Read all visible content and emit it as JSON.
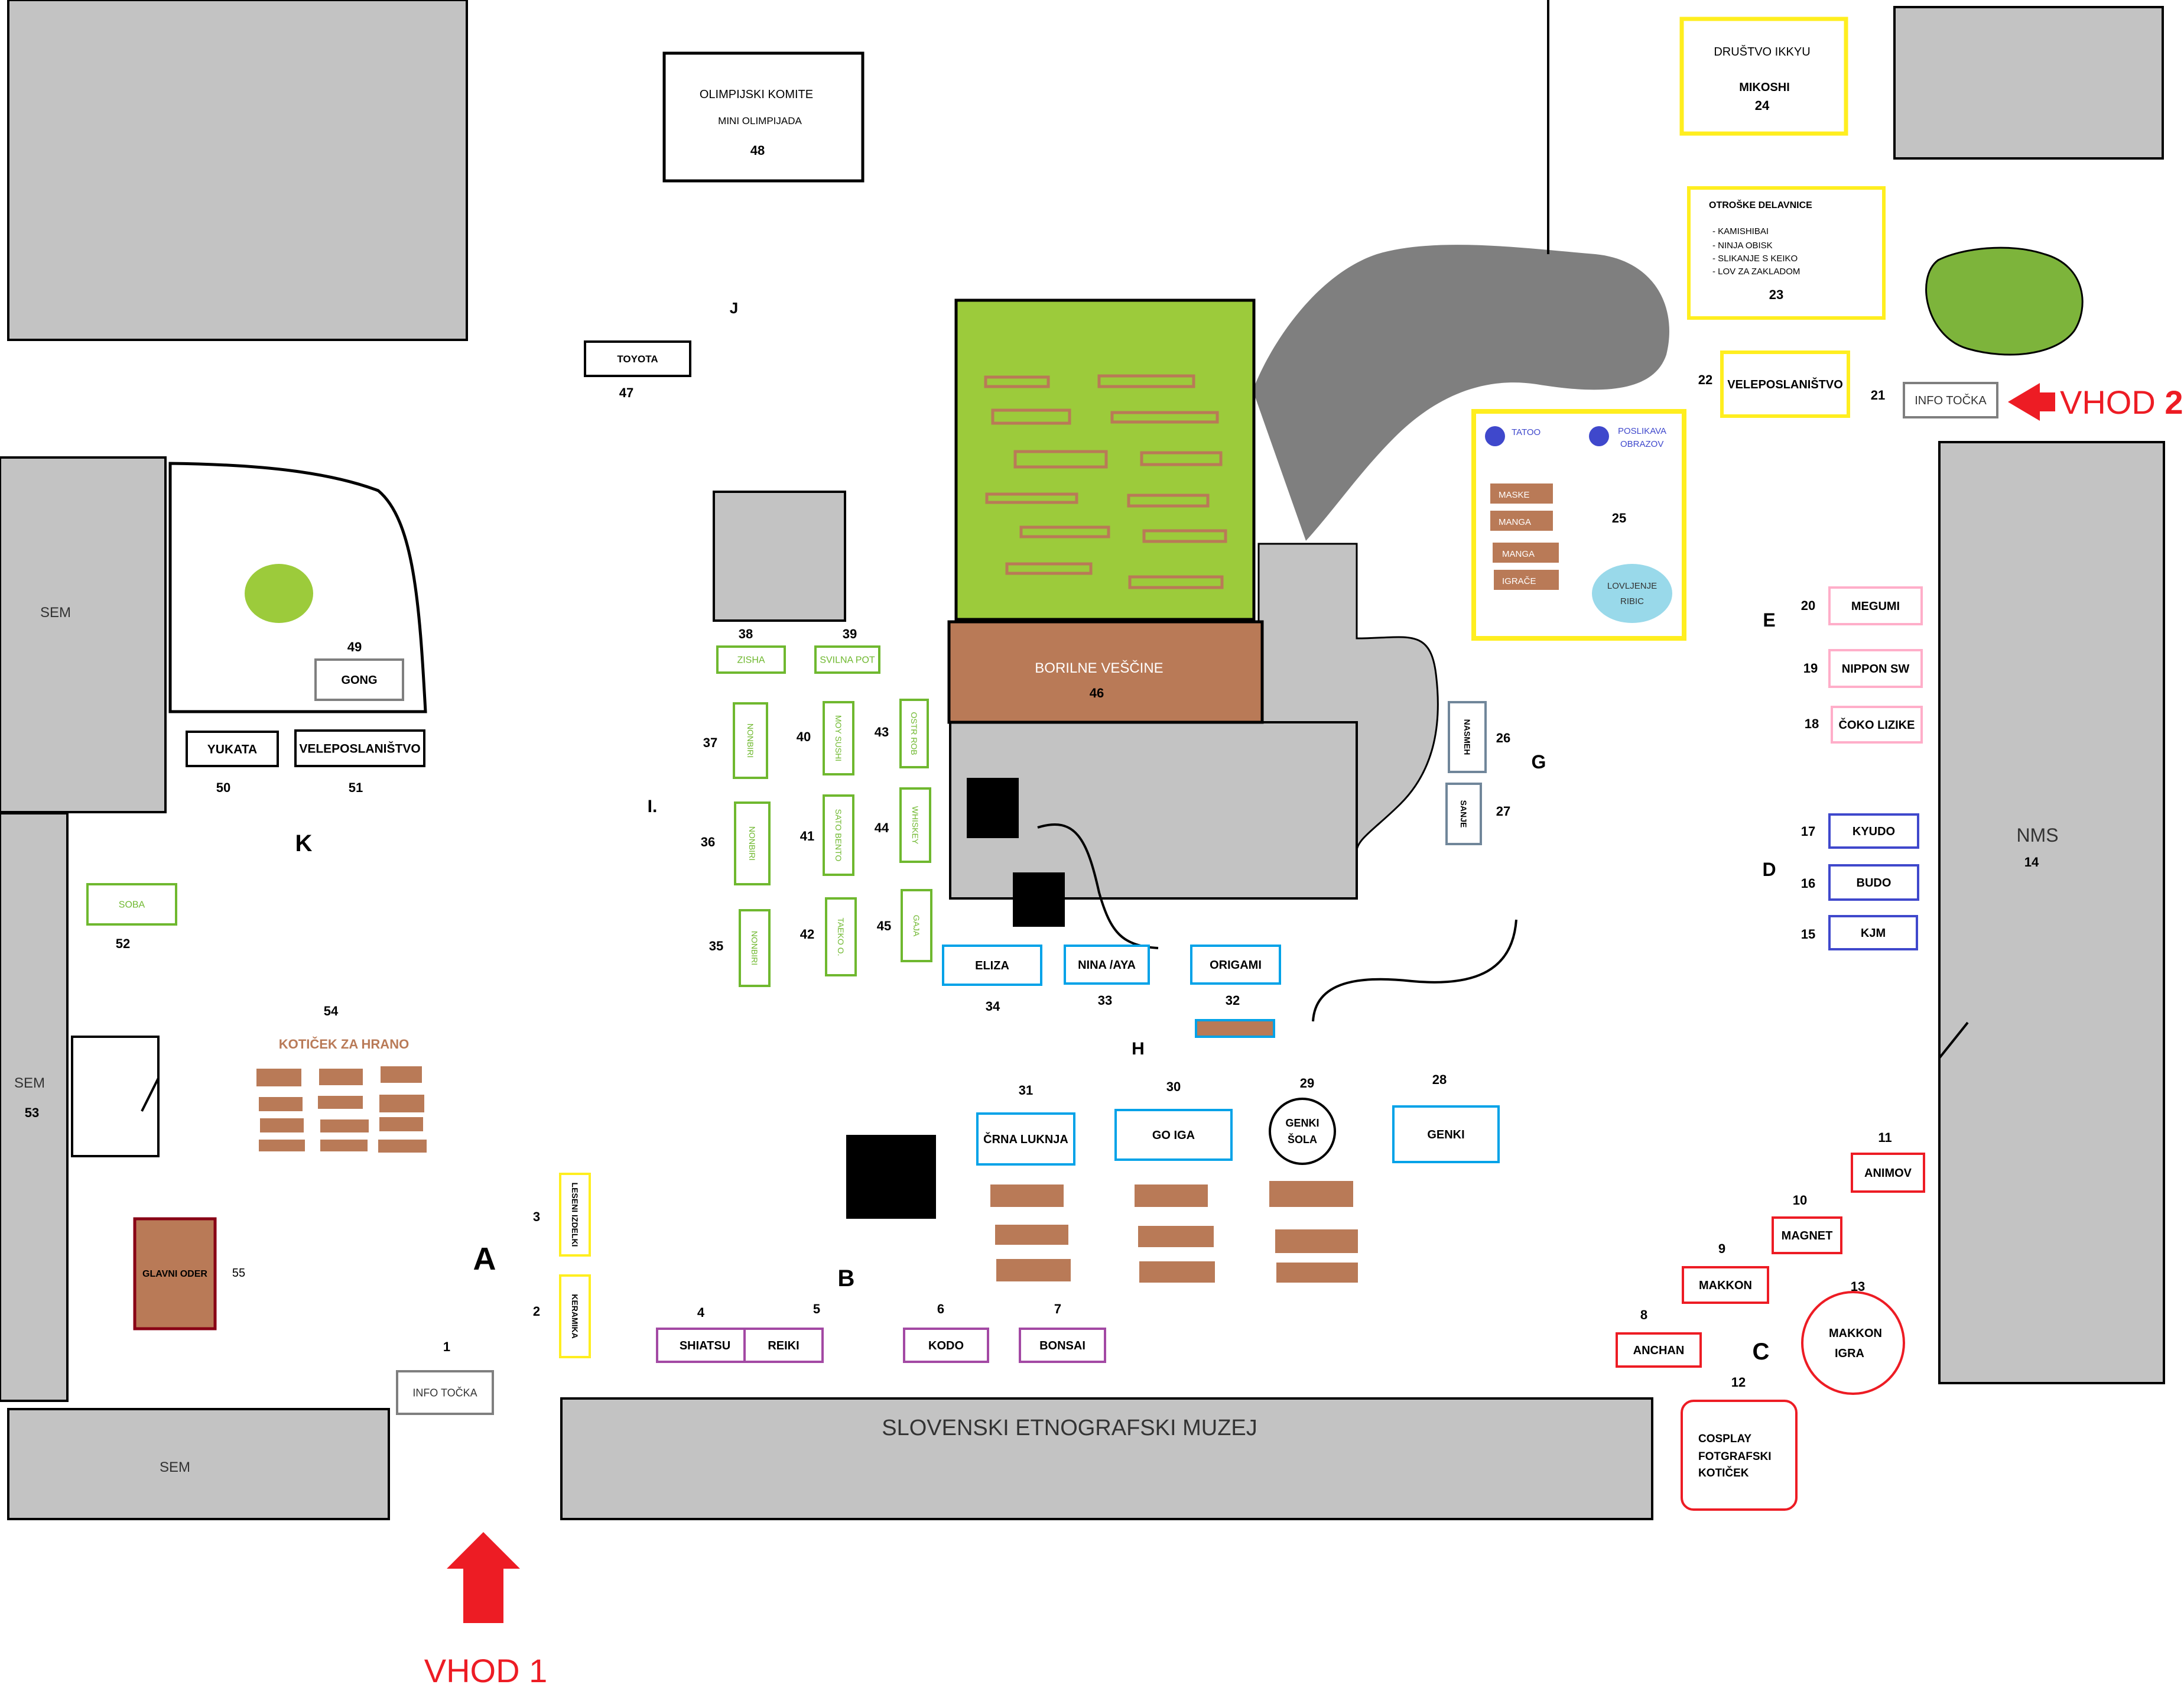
{
  "buildings": {
    "sem_left": "SEM",
    "sem_lower": "SEM",
    "sem_lower_num": "53",
    "sem_bottom": "SEM",
    "nms": "NMS",
    "nms_num": "14",
    "museum": "SLOVENSKI ETNOGRAFSKI MUZEJ"
  },
  "zones": {
    "A": "A",
    "B": "B",
    "C": "C",
    "D": "D",
    "E": "E",
    "G": "G",
    "H": "H",
    "I": "I.",
    "J": "J",
    "K": "K"
  },
  "entrances": {
    "vhod1": "VHOD 1",
    "vhod2_text": "VHOD ",
    "vhod2_num": "2"
  },
  "special": {
    "olimpijski_line1": "OLIMPIJSKI KOMITE",
    "olimpijski_line2": "MINI OLIMPIJADA",
    "olimpijski_num": "48",
    "ikkyu_line1": "DRUŠTVO IKKYU",
    "ikkyu_line2": "MIKOSHI",
    "ikkyu_num": "24",
    "delavnice_title": "OTROŠKE DELAVNICE",
    "delavnice_items": [
      "-  KAMISHIBAI",
      "-  NINJA OBISK",
      "-  SLIKANJE S KEIKO",
      "-  LOV ZA ZAKLADOM"
    ],
    "delavnice_num": "23",
    "zone25_tatoo": "TATOO",
    "zone25_poslikava1": "POSLIKAVA",
    "zone25_poslikava2": "OBRAZOV",
    "zone25_tables": [
      "MASKE",
      "MANGA",
      "MANGA",
      "IGRAČE"
    ],
    "zone25_num": "25",
    "lovljenje1": "LOVLJENJE",
    "lovljenje2": "RIBIC",
    "borilne": "BORILNE VEŠČINE",
    "borilne_num": "46",
    "kuhinja_title": "KOTIČEK ZA HRANO",
    "kuhinja_num": "54",
    "glavni_oder": "GLAVNI ODER",
    "glavni_oder_num": "55",
    "genki_sola1": "GENKI",
    "genki_sola2": "ŠOLA",
    "genki_sola_num": "29",
    "makkon_igra1": "MAKKON",
    "makkon_igra2": "IGRA",
    "makkon_igra_num": "13",
    "cosplay1": "COSPLAY",
    "cosplay2": "FOTGRAFSKI",
    "cosplay3": "KOTIČEK",
    "cosplay_num": "12"
  },
  "stands": {
    "s1": {
      "label": "INFO TOČKA",
      "num": "1"
    },
    "s2": {
      "label": "KERAMIKA",
      "num": "2"
    },
    "s3": {
      "label": "LESENI IZDELKI",
      "num": "3"
    },
    "s4": {
      "label": "SHIATSU",
      "num": "4"
    },
    "s5": {
      "label": "REIKI",
      "num": "5"
    },
    "s6": {
      "label": "KODO",
      "num": "6"
    },
    "s7": {
      "label": "BONSAI",
      "num": "7"
    },
    "s8": {
      "label": "ANCHAN",
      "num": "8"
    },
    "s9": {
      "label": "MAKKON",
      "num": "9"
    },
    "s10": {
      "label": "MAGNET",
      "num": "10"
    },
    "s11": {
      "label": "ANIMOV",
      "num": "11"
    },
    "s15": {
      "label": "KJM",
      "num": "15"
    },
    "s16": {
      "label": "BUDO",
      "num": "16"
    },
    "s17": {
      "label": "KYUDO",
      "num": "17"
    },
    "s18": {
      "label": "ČOKO LIZIKE",
      "num": "18"
    },
    "s19": {
      "label": "NIPPON SW",
      "num": "19"
    },
    "s20": {
      "label": "MEGUMI",
      "num": "20"
    },
    "s21": {
      "label": "INFO TOČKA",
      "num": "21"
    },
    "s22": {
      "label": "VELEPOSLANIŠTVO",
      "num": "22"
    },
    "s26": {
      "label": "NASMEH",
      "num": "26"
    },
    "s27": {
      "label": "SANJE",
      "num": "27"
    },
    "s28": {
      "label": "GENKI",
      "num": "28"
    },
    "s30": {
      "label": "GO IGA",
      "num": "30"
    },
    "s31": {
      "label": "ČRNA LUKNJA",
      "num": "31"
    },
    "s32": {
      "label": "ORIGAMI",
      "num": "32"
    },
    "s33": {
      "label": "NINA /AYA",
      "num": "33"
    },
    "s34": {
      "label": "ELIZA",
      "num": "34"
    },
    "s35": {
      "label": "NONBIRI",
      "num": "35"
    },
    "s36": {
      "label": "NONBIRI",
      "num": "36"
    },
    "s37": {
      "label": "NONBIRI",
      "num": "37"
    },
    "s38": {
      "label": "ZISHA",
      "num": "38"
    },
    "s39": {
      "label": "SVILNA POT",
      "num": "39"
    },
    "s40": {
      "label": "MOY SUSHI",
      "num": "40"
    },
    "s41": {
      "label": "SATO BENTO",
      "num": "41"
    },
    "s42": {
      "label": "TAEKO O.",
      "num": "42"
    },
    "s43": {
      "label": "OSTR ROB",
      "num": "43"
    },
    "s44": {
      "label": "WHISKEY",
      "num": "44"
    },
    "s45": {
      "label": "GAJA",
      "num": "45"
    },
    "s47": {
      "label": "TOYOTA",
      "num": "47"
    },
    "s49": {
      "label": "GONG",
      "num": "49"
    },
    "s50": {
      "label": "YUKATA",
      "num": "50"
    },
    "s51": {
      "label": "VELEPOSLANIŠTVO",
      "num": "51"
    },
    "s52": {
      "label": "SOBA",
      "num": "52"
    }
  },
  "colors": {
    "building": "#c3c3c3",
    "dark_path": "#7f7f7f",
    "lawn": "#9ccb3b",
    "table": "#b97a57",
    "yellow": "#ffee1f",
    "pink": "#ffaec9",
    "navy": "#3f48cc",
    "red": "#ed1c24",
    "cyan": "#00a2e8",
    "purple": "#a349a4",
    "green": "#6fb82f",
    "slate": "#70869a",
    "entrance": "#ed1c24"
  }
}
